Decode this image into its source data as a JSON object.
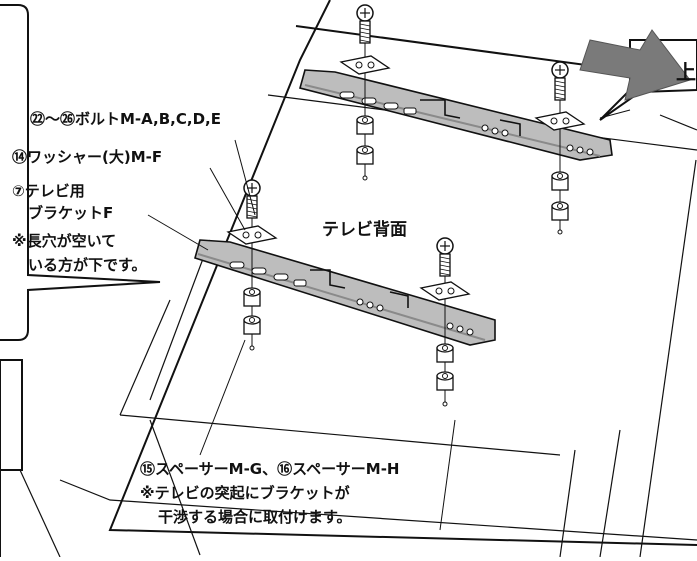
{
  "labels": {
    "bolts": "㉒〜㉖ボルトM-A,B,C,D,E",
    "washer": "⑭ワッシャー(大)M-F",
    "bracket_line1": "⑦テレビ用",
    "bracket_line2": "ブラケットF",
    "note_line1": "※長穴が空いて",
    "note_line2": "いる方が下です。",
    "tv_back": "テレビ背面",
    "spacer": "⑮スペーサーM-G、⑯スペーサーM-H",
    "spacer_note_line1": "※テレビの突起にブラケットが",
    "spacer_note_line2": "干渉する場合に取付けます。",
    "up": "上"
  },
  "colors": {
    "line": "#111111",
    "bracket_fill": "#bdbdbd",
    "bracket_dark": "#8a8a8a",
    "arrow": "#7a7a7a",
    "panel": "#ffffff"
  }
}
